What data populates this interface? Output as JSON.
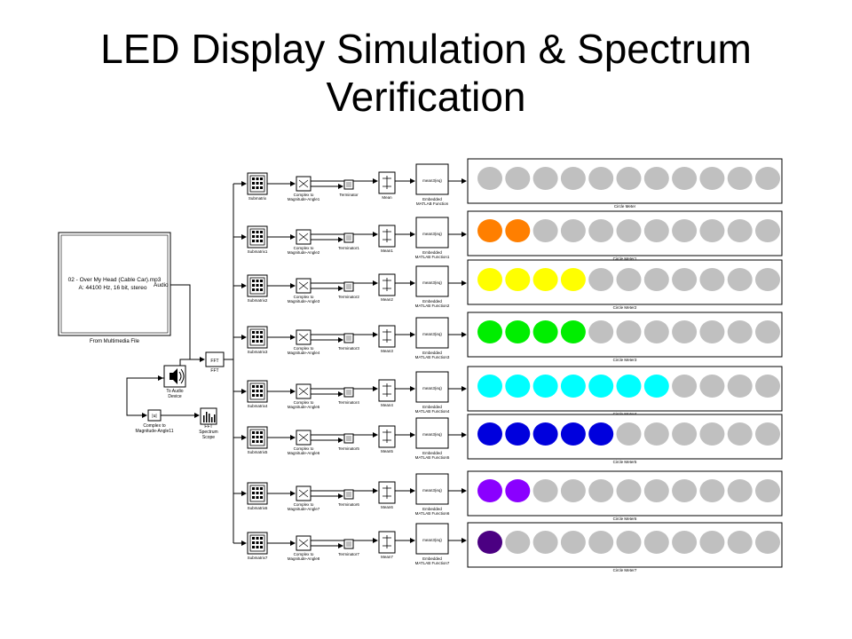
{
  "slide": {
    "title_line1": "LED Display Simulation & Spectrum",
    "title_line2": "Verification"
  },
  "source": {
    "line1": "02 - Over My Head (Cable Car).mp3",
    "line2": "A: 44100 Hz, 16 bit, stereo",
    "port": "Audio",
    "caption": "From Multimedia File"
  },
  "fft": {
    "symbol": "FFT",
    "caption": "FFT"
  },
  "audio_device": {
    "line1": "To Audio",
    "line2": "Device"
  },
  "complex_main": {
    "symbol": "|u|",
    "line1": "Complex to",
    "line2": "Magnitude-Angle11"
  },
  "spectrum_scope": {
    "symbol": "FFT",
    "line1": "Spectrum",
    "line2": "Scope"
  },
  "block_labels": {
    "embedded_line1": "Embedded",
    "embedded_line2": "MATLAB Function",
    "complex_line1": "Complex to",
    "fn_text": "mean3(eq)"
  },
  "colors": {
    "led_off": "#c0c0c0",
    "orange": "#ff7f00",
    "yellow": "#ffff00",
    "green": "#00ee00",
    "cyan": "#00ffff",
    "blue": "#0000dd",
    "violet": "#8a00ff",
    "indigo": "#4b0082"
  },
  "channels": [
    {
      "submatrix": "Submatrix",
      "complex": "Magnitude-Angle1",
      "terminator": "Terminator",
      "mean": "Mean",
      "embedded_suffix": "",
      "meter": "Circle Meter",
      "lit": 0,
      "color": "#c0c0c0"
    },
    {
      "submatrix": "Submatrix1",
      "complex": "Magnitude-Angle2",
      "terminator": "Terminator1",
      "mean": "Mean1",
      "embedded_suffix": "1",
      "meter": "Circle Meter1",
      "lit": 2,
      "color": "#ff7f00"
    },
    {
      "submatrix": "Submatrix2",
      "complex": "Magnitude-Angle3",
      "terminator": "Terminator2",
      "mean": "Mean2",
      "embedded_suffix": "2",
      "meter": "Circle Meter2",
      "lit": 4,
      "color": "#ffff00"
    },
    {
      "submatrix": "Submatrix3",
      "complex": "Magnitude-Angle4",
      "terminator": "Terminator3",
      "mean": "Mean3",
      "embedded_suffix": "3",
      "meter": "Circle Meter3",
      "lit": 4,
      "color": "#00ee00"
    },
    {
      "submatrix": "Submatrix4",
      "complex": "Magnitude-Angle5",
      "terminator": "Terminator4",
      "mean": "Mean4",
      "embedded_suffix": "4",
      "meter": "Circle Meter4",
      "lit": 7,
      "color": "#00ffff"
    },
    {
      "submatrix": "Submatrix5",
      "complex": "Magnitude-Angle6",
      "terminator": "Terminator5",
      "mean": "Mean5",
      "embedded_suffix": "5",
      "meter": "Circle Meter5",
      "lit": 5,
      "color": "#0000dd"
    },
    {
      "submatrix": "Submatrix6",
      "complex": "Magnitude-Angle7",
      "terminator": "Terminator6",
      "mean": "Mean6",
      "embedded_suffix": "6",
      "meter": "Circle Meter6",
      "lit": 2,
      "color": "#8a00ff"
    },
    {
      "submatrix": "Submatrix7",
      "complex": "Magnitude-Angle8",
      "terminator": "Terminator7",
      "mean": "Mean7",
      "embedded_suffix": "7",
      "meter": "Circle Meter7",
      "lit": 1,
      "color": "#4b0082"
    }
  ],
  "leds_per_meter": 11
}
